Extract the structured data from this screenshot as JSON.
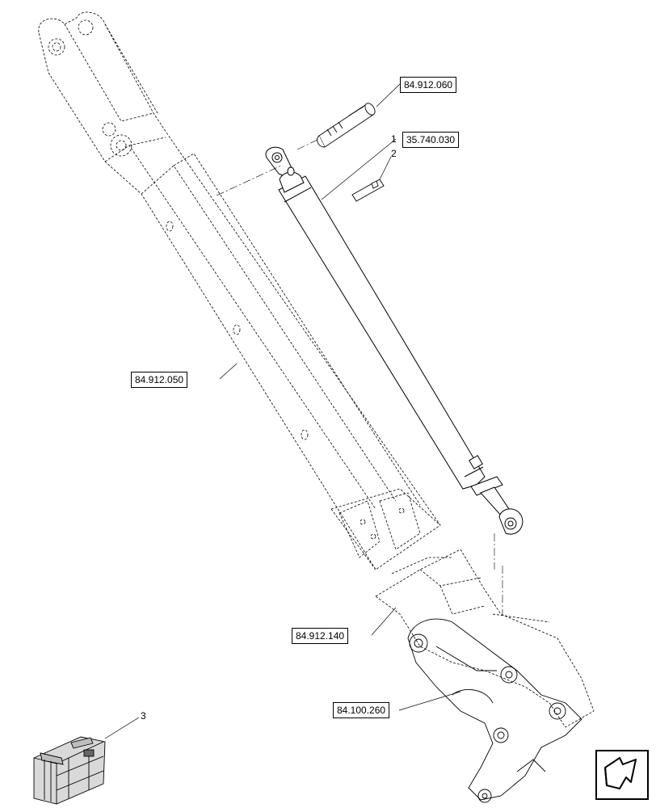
{
  "references": {
    "boom_pin": "84.912.060",
    "dipper_arm": "84.912.050",
    "arm_cylinder_group": "35.740.030",
    "boom_lower": "84.912.140",
    "swing_frame": "84.100.260"
  },
  "callouts": {
    "cylinder": "1",
    "pin": "2",
    "kit": "3"
  },
  "icons": {
    "navigation": "next-page-arrow-icon",
    "kit": "crate-icon"
  }
}
